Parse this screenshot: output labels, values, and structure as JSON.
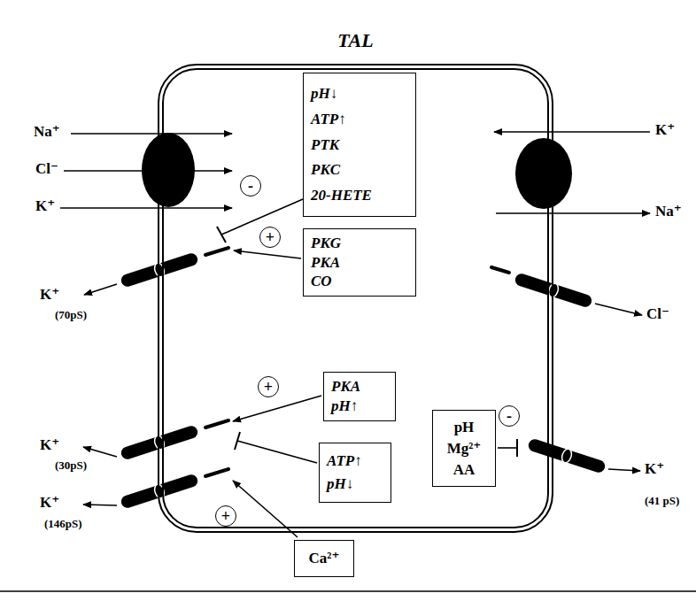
{
  "diagram": {
    "nodes": [
      {
        "text": [
          "TAL"
        ]
      },
      {
        "text": [
          "pH↓",
          "ATP↑",
          "PTK",
          "PKC",
          "20-HETE"
        ],
        "in": 0
      },
      {
        "text": [
          "-"
        ],
        "in": 0
      },
      {
        "text": [
          "+"
        ],
        "in": 0
      },
      {
        "text": [
          "PKG",
          "PKA",
          "CO"
        ],
        "in": 0
      },
      {
        "text": [
          "+"
        ],
        "in": 0
      },
      {
        "text": [
          "PKA",
          "pH↑"
        ],
        "in": 0
      },
      {
        "text": [
          "pH",
          "Mg²⁺",
          "AA"
        ],
        "in": 0
      },
      {
        "text": [
          "-"
        ],
        "in": 0
      },
      {
        "text": [
          "ATP↑",
          "pH↓"
        ],
        "in": 0
      },
      {
        "text": [
          "+"
        ],
        "in": 0
      },
      {
        "text": [
          "Ca²⁺"
        ]
      }
    ],
    "labels": [
      "Na⁺",
      "Cl⁻",
      "K⁺",
      "K⁺",
      "Na⁺",
      "K⁺",
      "(70pS)",
      "Cl⁻",
      "K⁺",
      "(30pS)",
      "K⁺",
      "(146pS)",
      "K⁺",
      "(41 pS)"
    ]
  }
}
